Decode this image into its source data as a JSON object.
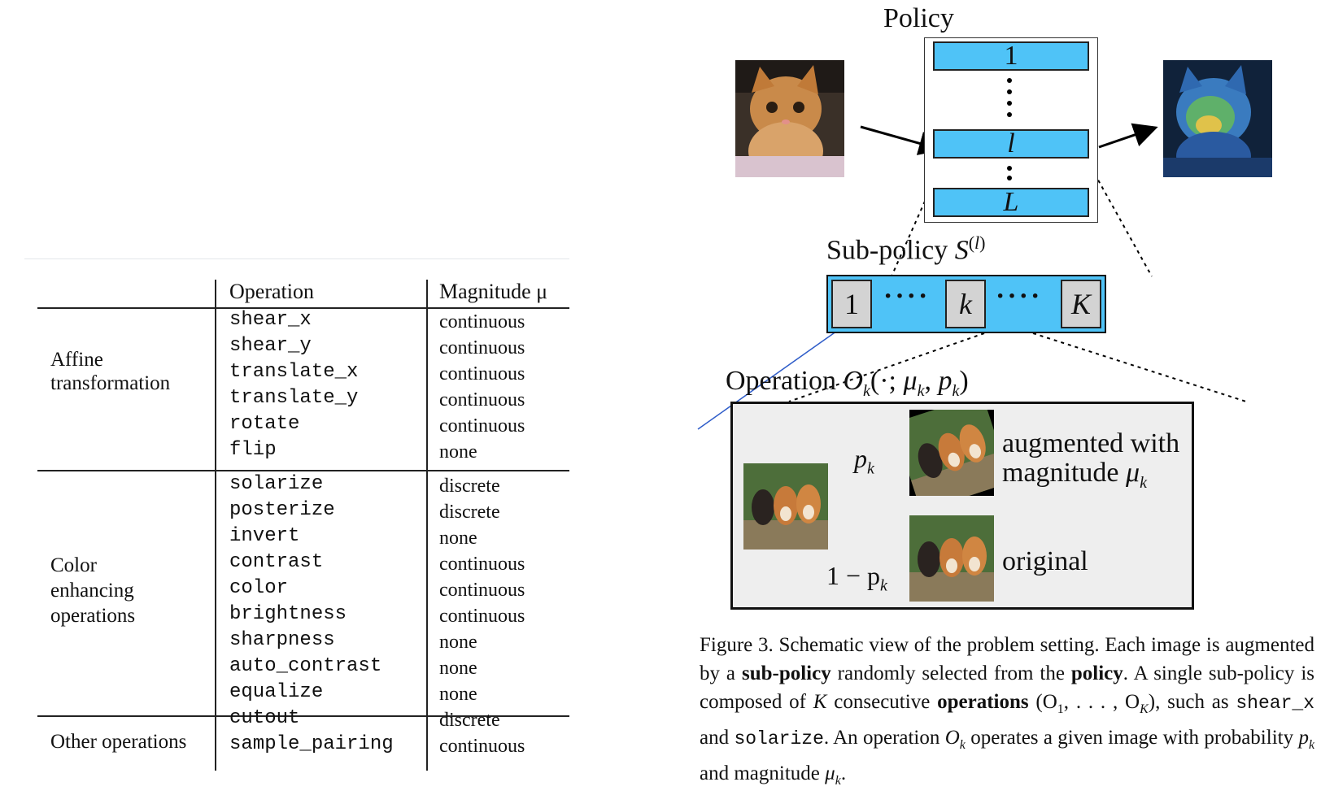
{
  "table": {
    "columns": [
      "",
      "Operation",
      "Magnitude μ"
    ],
    "groups": [
      {
        "label": "Affine transformation",
        "rows": [
          {
            "op": "shear_x",
            "mag": "continuous"
          },
          {
            "op": "shear_y",
            "mag": "continuous"
          },
          {
            "op": "translate_x",
            "mag": "continuous"
          },
          {
            "op": "translate_y",
            "mag": "continuous"
          },
          {
            "op": "rotate",
            "mag": "continuous"
          },
          {
            "op": "flip",
            "mag": "none"
          }
        ]
      },
      {
        "label": "Color enhancing operations",
        "rows": [
          {
            "op": "solarize",
            "mag": "discrete"
          },
          {
            "op": "posterize",
            "mag": "discrete"
          },
          {
            "op": "invert",
            "mag": "none"
          },
          {
            "op": "contrast",
            "mag": "continuous"
          },
          {
            "op": "color",
            "mag": "continuous"
          },
          {
            "op": "brightness",
            "mag": "continuous"
          },
          {
            "op": "sharpness",
            "mag": "none"
          },
          {
            "op": "auto_contrast",
            "mag": "none"
          },
          {
            "op": "equalize",
            "mag": "none"
          }
        ]
      },
      {
        "label": "Other operations",
        "rows": [
          {
            "op": "cutout",
            "mag": "discrete"
          },
          {
            "op": "sample_pairing",
            "mag": "continuous"
          }
        ]
      }
    ],
    "group_label_lines": {
      "affine": [
        "Affine",
        "transformation"
      ],
      "color": [
        "Color",
        "enhancing",
        "operations"
      ],
      "other": [
        "Other operations"
      ]
    }
  },
  "figure": {
    "policy_title": "Policy",
    "policy_bars": [
      "1",
      "l",
      "L"
    ],
    "subpolicy_title": "Sub-policy",
    "subpolicy_cells": [
      "1",
      "k",
      "K"
    ],
    "subpolicy_dots": "····",
    "operation_title": "Operation",
    "branch_top_prob": "p",
    "branch_bottom_prob": "1 − p",
    "augmented_label_line1": "augmented with",
    "augmented_label_line2": "magnitude",
    "original_label": "original",
    "input_image": "kitten-photo",
    "output_image": "kitten-heatmap-photo",
    "dog_image": "shiba-dogs-photo",
    "colors": {
      "policy_bar": "#4fc3f7",
      "op_cell": "#d3d3d3",
      "op_panel": "#eeeeee"
    }
  },
  "caption": {
    "label": "Figure 3.",
    "t1": "Schematic view of the problem setting. Each image is augmented by a",
    "b1": "sub-policy",
    "t2": "randomly selected from the",
    "b2": "policy",
    "t3": ". A single sub-policy is composed of",
    "K": "K",
    "t4": "consecutive",
    "b3": "operations",
    "t5a": "(O",
    "t5b": ", . . . , O",
    "t5c": "), such as",
    "code1": "shear_x",
    "t6": "and",
    "code2": "solarize",
    "t7": ". An operation",
    "t8": "operates a given image with probability",
    "t9": "and magnitude",
    "t10": "."
  }
}
